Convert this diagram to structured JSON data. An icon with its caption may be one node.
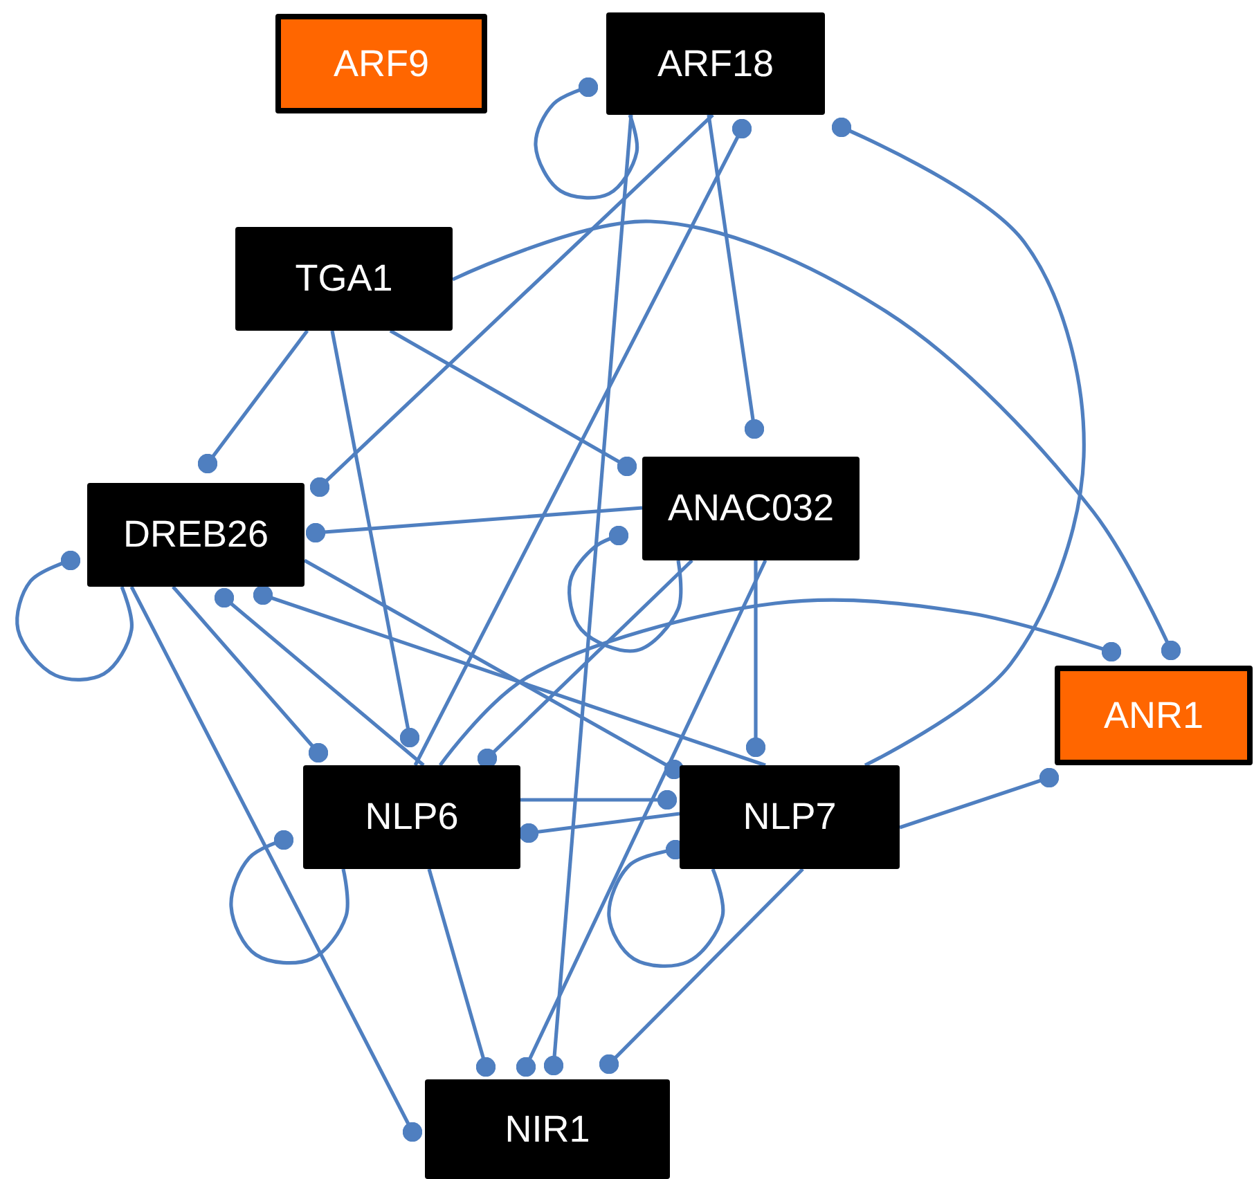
{
  "diagram": {
    "nodes": [
      {
        "text": [
          "ARF9"
        ]
      },
      {
        "text": [
          "ARF18"
        ]
      },
      {
        "text": [
          "TGA1"
        ]
      },
      {
        "text": [
          "DREB26"
        ]
      },
      {
        "text": [
          "ANAC032"
        ]
      },
      {
        "text": [
          "ANR1"
        ]
      },
      {
        "text": [
          "NLP6"
        ]
      },
      {
        "text": [
          "NLP7"
        ]
      },
      {
        "text": [
          "NIR1"
        ]
      }
    ],
    "edges": [
      {
        "from": 1,
        "to": 1,
        "arrow": "other"
      },
      {
        "from": 1,
        "to": 8,
        "arrow": "other"
      },
      {
        "from": 1,
        "to": 3,
        "arrow": "other"
      },
      {
        "from": 1,
        "to": 4,
        "arrow": "other"
      },
      {
        "from": 6,
        "to": 1,
        "arrow": "other"
      },
      {
        "from": 7,
        "to": 1,
        "arrow": "other"
      },
      {
        "from": 2,
        "to": 5,
        "arrow": "other"
      },
      {
        "from": 2,
        "to": 3,
        "arrow": "other"
      },
      {
        "from": 2,
        "to": 6,
        "arrow": "other"
      },
      {
        "from": 2,
        "to": 4,
        "arrow": "other"
      },
      {
        "from": 4,
        "to": 3,
        "arrow": "other"
      },
      {
        "from": 4,
        "to": 4,
        "arrow": "other"
      },
      {
        "from": 4,
        "to": 6,
        "arrow": "other"
      },
      {
        "from": 4,
        "to": 7,
        "arrow": "other"
      },
      {
        "from": 4,
        "to": 8,
        "arrow": "other"
      },
      {
        "from": 3,
        "to": 3,
        "arrow": "other"
      },
      {
        "from": 3,
        "to": 6,
        "arrow": "other"
      },
      {
        "from": 3,
        "to": 8,
        "arrow": "other"
      },
      {
        "from": 6,
        "to": 3,
        "arrow": "other"
      },
      {
        "from": 7,
        "to": 3,
        "arrow": "other"
      },
      {
        "from": 3,
        "to": 7,
        "arrow": "other"
      },
      {
        "from": 6,
        "to": 5,
        "arrow": "other"
      },
      {
        "from": 6,
        "to": 7,
        "arrow": "other"
      },
      {
        "from": 7,
        "to": 6,
        "arrow": "other"
      },
      {
        "from": 6,
        "to": 6,
        "arrow": "other"
      },
      {
        "from": 7,
        "to": 7,
        "arrow": "other"
      },
      {
        "from": 6,
        "to": 8,
        "arrow": "other"
      },
      {
        "from": 7,
        "to": 8,
        "arrow": "other"
      },
      {
        "from": 7,
        "to": 5,
        "arrow": "other"
      }
    ]
  }
}
